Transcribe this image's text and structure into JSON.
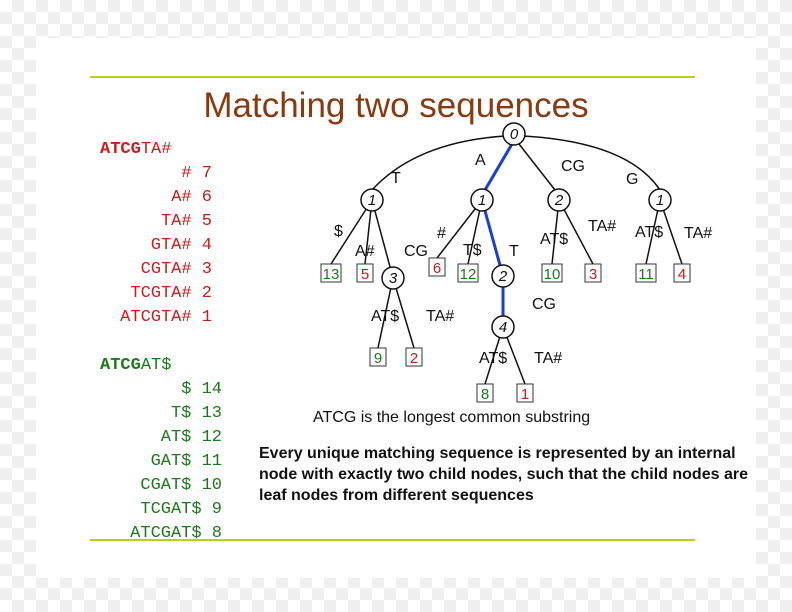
{
  "title": "Matching two sequences",
  "sequence_a": {
    "header_bold": "ATCG",
    "header_rest": "TA#",
    "suffixes": [
      {
        "text": "#",
        "index": "7"
      },
      {
        "text": "A#",
        "index": "6"
      },
      {
        "text": "TA#",
        "index": "5"
      },
      {
        "text": "GTA#",
        "index": "4"
      },
      {
        "text": "CGTA#",
        "index": "3"
      },
      {
        "text": "TCGTA#",
        "index": "2"
      },
      {
        "text": "ATCGTA#",
        "index": "1"
      }
    ],
    "color": "#cc1a1a"
  },
  "sequence_b": {
    "header_bold": "ATCG",
    "header_rest": "AT$",
    "suffixes": [
      {
        "text": "$",
        "index": "14"
      },
      {
        "text": "T$",
        "index": "13"
      },
      {
        "text": "AT$",
        "index": "12"
      },
      {
        "text": "GAT$",
        "index": "11"
      },
      {
        "text": "CGAT$",
        "index": "10"
      },
      {
        "text": "TCGAT$",
        "index": "9"
      },
      {
        "text": "ATCGAT$",
        "index": "8"
      }
    ],
    "color": "#1a7a1a"
  },
  "tree": {
    "highlight_color": "#1a3fd6",
    "nodes": [
      {
        "id": "root",
        "label": "0"
      },
      {
        "id": "nT",
        "label": "1"
      },
      {
        "id": "nA",
        "label": "1"
      },
      {
        "id": "nCG",
        "label": "2"
      },
      {
        "id": "nG",
        "label": "1"
      },
      {
        "id": "nTCG",
        "label": "3"
      },
      {
        "id": "nAT",
        "label": "2"
      },
      {
        "id": "nATCG",
        "label": "4"
      }
    ],
    "leaves": [
      {
        "id": "l13",
        "label": "13",
        "seq": "b"
      },
      {
        "id": "l5",
        "label": "5",
        "seq": "a"
      },
      {
        "id": "l6",
        "label": "6",
        "seq": "a"
      },
      {
        "id": "l12",
        "label": "12",
        "seq": "b"
      },
      {
        "id": "l10",
        "label": "10",
        "seq": "b"
      },
      {
        "id": "l3",
        "label": "3",
        "seq": "a"
      },
      {
        "id": "l11",
        "label": "11",
        "seq": "b"
      },
      {
        "id": "l4",
        "label": "4",
        "seq": "a"
      },
      {
        "id": "l9",
        "label": "9",
        "seq": "b"
      },
      {
        "id": "l2",
        "label": "2",
        "seq": "a"
      },
      {
        "id": "l8",
        "label": "8",
        "seq": "b"
      },
      {
        "id": "l1",
        "label": "1",
        "seq": "a"
      }
    ],
    "edge_labels": [
      {
        "id": "e-T",
        "text": "T"
      },
      {
        "id": "e-A",
        "text": "A"
      },
      {
        "id": "e-CG",
        "text": "CG"
      },
      {
        "id": "e-G",
        "text": "G"
      },
      {
        "id": "e-dollar",
        "text": "$"
      },
      {
        "id": "e-A#",
        "text": "A#"
      },
      {
        "id": "e-CG2",
        "text": "CG"
      },
      {
        "id": "e-#",
        "text": "#"
      },
      {
        "id": "e-T$",
        "text": "T$"
      },
      {
        "id": "e-T2",
        "text": "T"
      },
      {
        "id": "e-AT$1",
        "text": "AT$"
      },
      {
        "id": "e-TA#1",
        "text": "TA#"
      },
      {
        "id": "e-AT$2",
        "text": "AT$"
      },
      {
        "id": "e-TA#2",
        "text": "TA#"
      },
      {
        "id": "e-AT$3",
        "text": "AT$"
      },
      {
        "id": "e-TA#3",
        "text": "TA#"
      },
      {
        "id": "e-CG3",
        "text": "CG"
      },
      {
        "id": "e-AT$4",
        "text": "AT$"
      },
      {
        "id": "e-TA#4",
        "text": "TA#"
      }
    ]
  },
  "caption": "ATCG is the longest common substring",
  "explanation": "Every unique matching sequence is represented by an internal node with exactly two child nodes, such that the child nodes are leaf nodes from different sequences"
}
